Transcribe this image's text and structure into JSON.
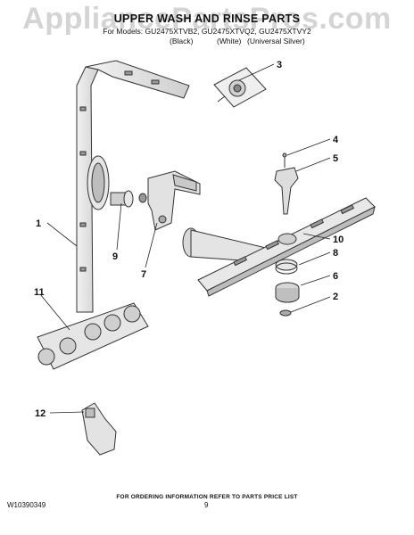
{
  "watermark": "AppliancePartsPros.com",
  "header": {
    "title": "UPPER WASH AND RINSE PARTS",
    "models_line": "For Models: GU2475XTVB2, GU2475XTVQ2, GU2475XTVY2",
    "variants": [
      "(Black)",
      "(White)",
      "(Universal Silver)"
    ]
  },
  "callouts": [
    "1",
    "2",
    "3",
    "4",
    "5",
    "6",
    "7",
    "8",
    "9",
    "10",
    "11",
    "12"
  ],
  "footer": {
    "ordering_note": "FOR ORDERING INFORMATION REFER TO PARTS PRICE LIST",
    "document_number": "W10390349",
    "page_number": "9"
  }
}
